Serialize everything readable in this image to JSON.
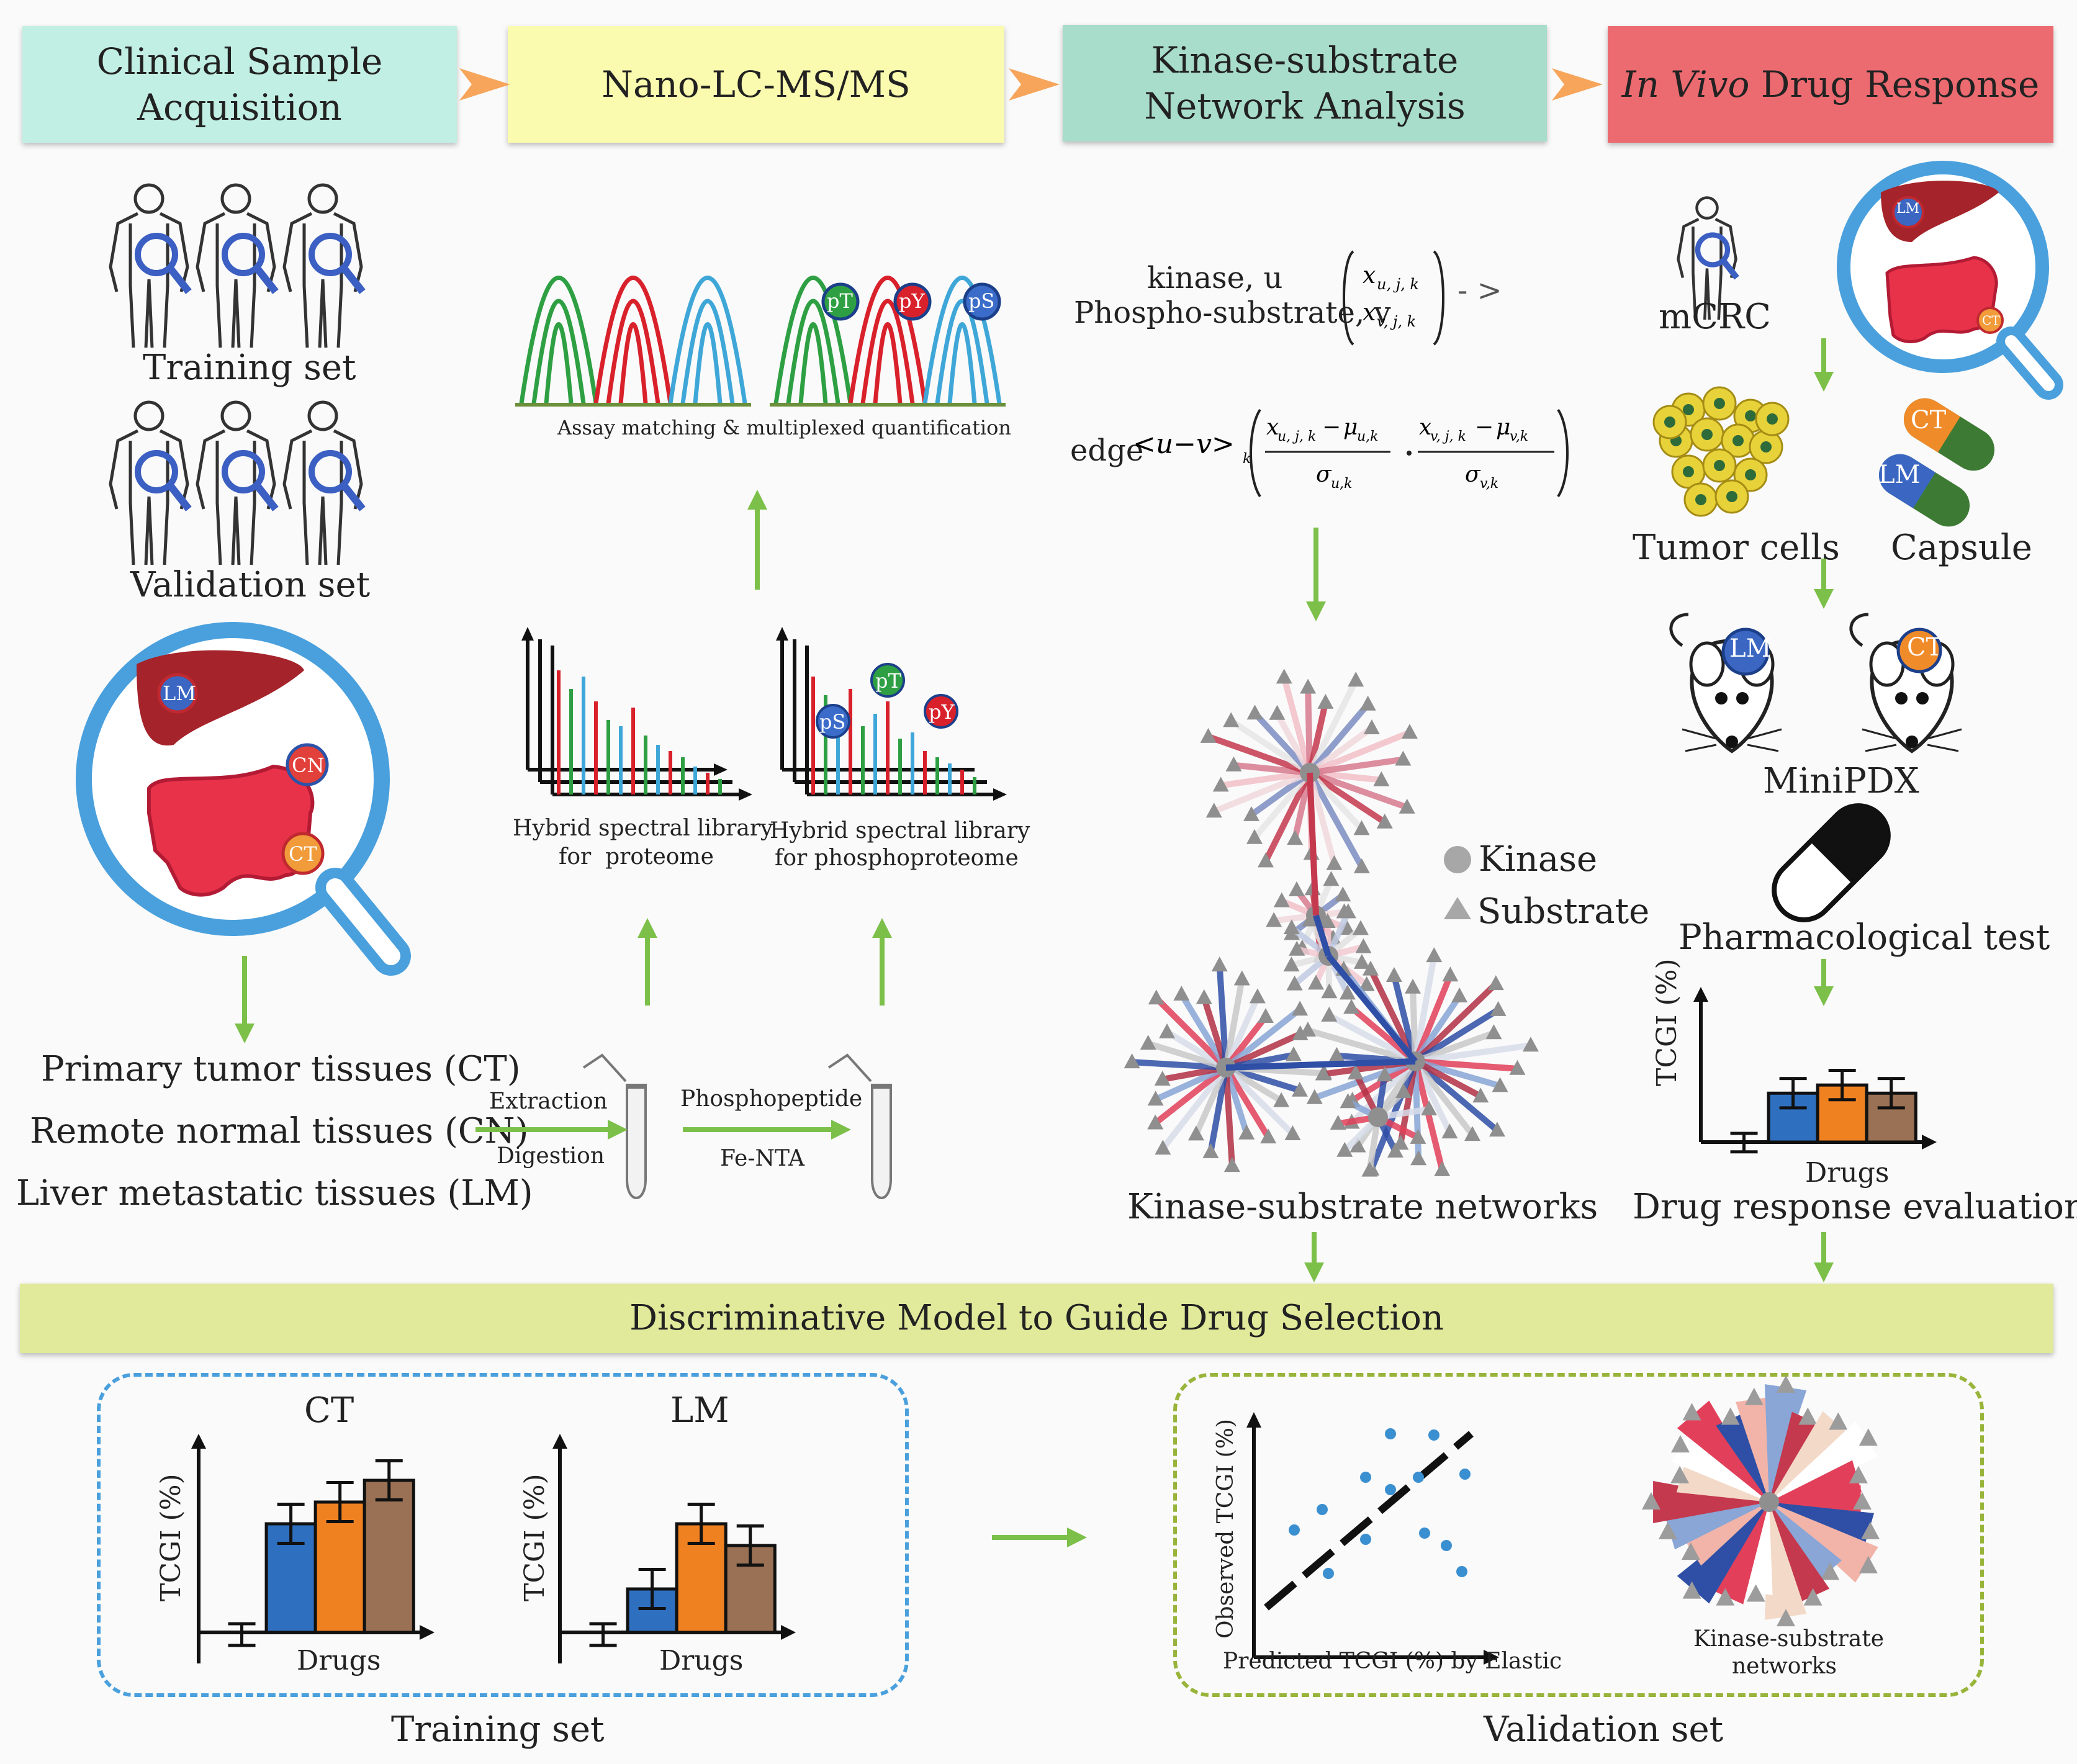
{
  "headers": {
    "step1": "Clinical Sample Acquisition",
    "step2": "Nano-LC-MS/MS",
    "step3": "Kinase-substrate Network Analysis",
    "step4_italic": "In Vivo",
    "step4_rest": " Drug Response"
  },
  "panel1": {
    "training_set": "Training set",
    "validation_set": "Validation set",
    "tag_lm": "LM",
    "tag_cn": "CN",
    "tag_ct": "CT",
    "tissues": [
      "Primary tumor tissues (CT)",
      "Remote normal tissues (CN)",
      "Liver metastatic tissues (LM)"
    ]
  },
  "panel2": {
    "assay_caption": "Assay matching & multiplexed quantification",
    "peak_tags": [
      "pT",
      "pY",
      "pS"
    ],
    "lib_proteome": [
      "Hybrid spectral library",
      "for  proteome"
    ],
    "lib_phospho": [
      "Hybrid spectral library",
      "for phosphoproteome"
    ],
    "extraction": "Extraction",
    "digestion": "Digestion",
    "phosphopeptide": "Phosphopeptide",
    "fe_nta": "Fe-NTA"
  },
  "panel3": {
    "kinase_label": "kinase, u",
    "substrate_label": "Phospho-substrate, v",
    "arrow_text": "- >",
    "edge_label": "edge",
    "legend_kinase": "Kinase",
    "legend_substrate": "Substrate",
    "caption": "Kinase-substrate networks"
  },
  "panel4": {
    "mcrc": "mCRC",
    "tumor_cells": "Tumor cells",
    "capsule": "Capsule",
    "minipdx": "MiniPDX",
    "pharm_test": "Pharmacological test",
    "tcgi": "TCGI (%)",
    "drugs": "Drugs",
    "eval": "Drug response evaluation",
    "tag_lm": "LM",
    "tag_ct": "CT"
  },
  "bottom": {
    "title": "Discriminative Model to Guide Drug Selection",
    "ct": "CT",
    "lm": "LM",
    "tcgi": "TCGI (%)",
    "drugs": "Drugs",
    "training": "Training set",
    "validation": "Validation set",
    "observed": "Observed TCGI (%)",
    "predicted": "Predicted TCGI (%) by Elastic",
    "ks_networks": [
      "Kinase-substrate",
      "networks"
    ]
  },
  "colors": {
    "step1": "#c2efe3",
    "step2": "#fbfbaf",
    "step3": "#a8dccb",
    "step4": "#ec6b70",
    "banner": "#e0ea9a",
    "arrow_green": "#7cc04a",
    "arrow_orange": "#f6a55a",
    "bar_blue": "#2f6fbf",
    "bar_orange": "#ef8121",
    "bar_brown": "#9a7154",
    "magnifier": "#4aa0dd"
  },
  "chart_data": [
    {
      "type": "bar",
      "title": "CT",
      "ylabel": "TCGI (%)",
      "xlabel": "Drugs",
      "values": [
        -1,
        5,
        6,
        7
      ]
    },
    {
      "type": "bar",
      "title": "LM",
      "ylabel": "TCGI (%)",
      "xlabel": "Drugs",
      "values": [
        -1,
        2,
        5,
        4
      ]
    },
    {
      "type": "bar",
      "title": "",
      "ylabel": "TCGI (%)",
      "xlabel": "Drugs",
      "values": [
        -1,
        3,
        3.5,
        3
      ]
    },
    {
      "type": "scatter",
      "xlabel": "Predicted TCGI (%) by Elastic",
      "ylabel": "Observed TCGI (%)"
    }
  ]
}
